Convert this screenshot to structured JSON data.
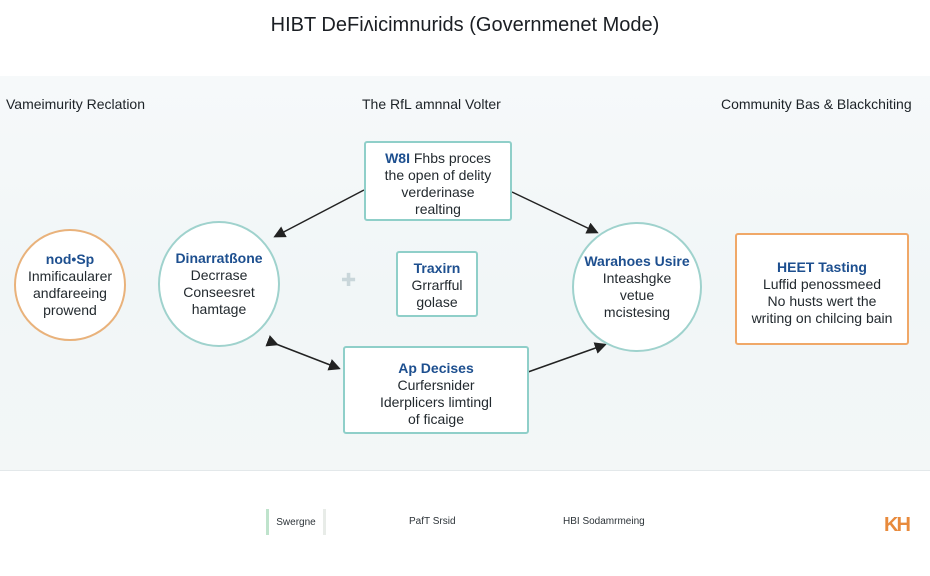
{
  "title": "HIBT DeFiʌicimnurids (Governmenet Mode)",
  "sections": {
    "left": "Vameimurity Reclation",
    "center": "The RfL amnnal Volter",
    "right": "Community Bas & Blackchiting"
  },
  "nodes": {
    "left_circle": {
      "heading": "nod•Sp",
      "lines": [
        "Inmificaularer",
        "andfareeing",
        "prowend"
      ]
    },
    "top_box": {
      "heading": "W8I",
      "heading_rest": "Fhbs proces",
      "lines": [
        "the open of delity",
        "verderinase",
        "realting"
      ]
    },
    "mid_left_circle": {
      "heading": "Dinarratßone",
      "lines": [
        "Decrrase",
        "Conseesret",
        "hamtage"
      ]
    },
    "center_box": {
      "heading": "Traxirn",
      "lines": [
        "Grrarfful",
        "golase"
      ]
    },
    "mid_right_circle": {
      "heading": "Warahoes Usire",
      "lines": [
        "Inteashgke",
        "vetue",
        "mcistesing"
      ]
    },
    "right_box": {
      "heading": "HEET Tasting",
      "lines": [
        "Luffid penossmeed",
        "No husts wert the",
        "writing on chilcing bain"
      ]
    },
    "bottom_box": {
      "heading": "Ap Decises",
      "lines": [
        "Curfersnider",
        "Iderplicers limtingl",
        "of ficaige"
      ]
    }
  },
  "footer": {
    "item1": "Swergne",
    "item2": "PafT Srsid",
    "item3": "HBI Sodamrmeing",
    "logo": "KH"
  },
  "colors": {
    "teal_border": "#8fcfc9",
    "orange_border": "#f0a868",
    "heading_blue": "#1d4f8f"
  }
}
